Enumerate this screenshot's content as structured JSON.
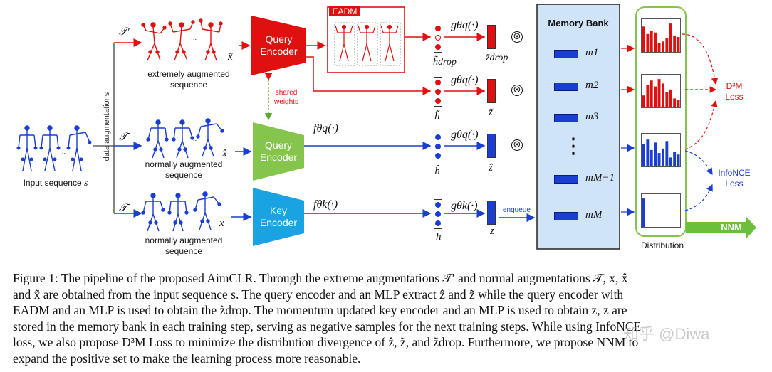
{
  "labels": {
    "extreme_seq": "extremely augmented sequence",
    "normal_seq_1": "normally augmented sequence",
    "normal_seq_2": "normally augmented sequence",
    "input_seq": "Input sequence",
    "input_sym": "s",
    "data_aug": "data augmentations",
    "t_prime": "𝒯′",
    "t1": "𝒯",
    "t2": "𝒯",
    "x_tilde": "x̃",
    "x_hat": "x̂",
    "x": "x",
    "shared_weights": "shared weights",
    "eadm": "EADM",
    "h_drop": "h̃drop",
    "h_tilde": "h̃",
    "h_hat": "ĥ",
    "h": "h",
    "z_drop": "z̃drop",
    "z_tilde": "z̃",
    "z_hat": "ẑ",
    "z": "z",
    "enqueue": "enqueue",
    "distribution": "Distribution",
    "d3m_loss": "D³M Loss",
    "infonce_loss": "InfoNCE Loss",
    "nnm": "NNM"
  },
  "encoders": {
    "query_red": "Query Encoder",
    "query_green": "Query Encoder",
    "key_blue": "Key Encoder"
  },
  "functions": {
    "g1": "gθq(·)",
    "g2": "gθq(·)",
    "g3": "gθq(·)",
    "g4": "gθk(·)",
    "f_q": "fθq(·)",
    "f_k": "fθk(·)",
    "otimes": "⊗"
  },
  "memory_bank": {
    "title": "Memory Bank",
    "items": [
      "m1",
      "m2",
      "m3",
      "⋮",
      "mM−1",
      "mM"
    ]
  },
  "distributions": [
    {
      "color": "#e01010",
      "values": [
        0.85,
        0.6,
        0.7,
        0.65,
        0.3,
        0.35,
        0.45,
        0.95,
        0.55,
        0.5
      ]
    },
    {
      "color": "#e01010",
      "values": [
        0.4,
        0.75,
        0.9,
        0.7,
        0.95,
        0.8,
        0.5,
        0.6,
        0.3,
        0.25
      ]
    },
    {
      "color": "#1a3ed1",
      "values": [
        0.75,
        0.9,
        0.55,
        0.8,
        0.45,
        0.6,
        0.85,
        0.3,
        0.5,
        0.4
      ]
    },
    {
      "color": "#1a3ed1",
      "values": [
        0.95,
        0,
        0,
        0,
        0,
        0,
        0,
        0,
        0,
        0
      ]
    }
  ],
  "colors": {
    "red": "#e01010",
    "green": "#86c54b",
    "blue_encoder": "#19a3e3",
    "blue": "#1a3ed1",
    "memory_bg": "#cfe4f7",
    "nnm": "#6abf3b"
  },
  "caption_lines": [
    "Figure 1: The pipeline of the proposed AimCLR. Through the extreme augmentations 𝒯′ and normal augmentations 𝒯, x, x̂",
    "and x̃ are obtained from the input sequence s. The query encoder and an MLP extract ẑ and z̃ while the query encoder with",
    "EADM and an MLP is used to obtain the z̃drop. The momentum updated key encoder and an MLP is used to obtain z, z are",
    "stored in the memory bank in each training step, serving as negative samples for the next training steps. While using InfoNCE",
    "loss, we also propose D³M Loss to minimize the distribution divergence of ẑ, z̃, and z̃drop. Furthermore, we propose NNM to",
    "expand the positive set to make the learning process more reasonable."
  ],
  "watermark": "知乎 @Diwa"
}
